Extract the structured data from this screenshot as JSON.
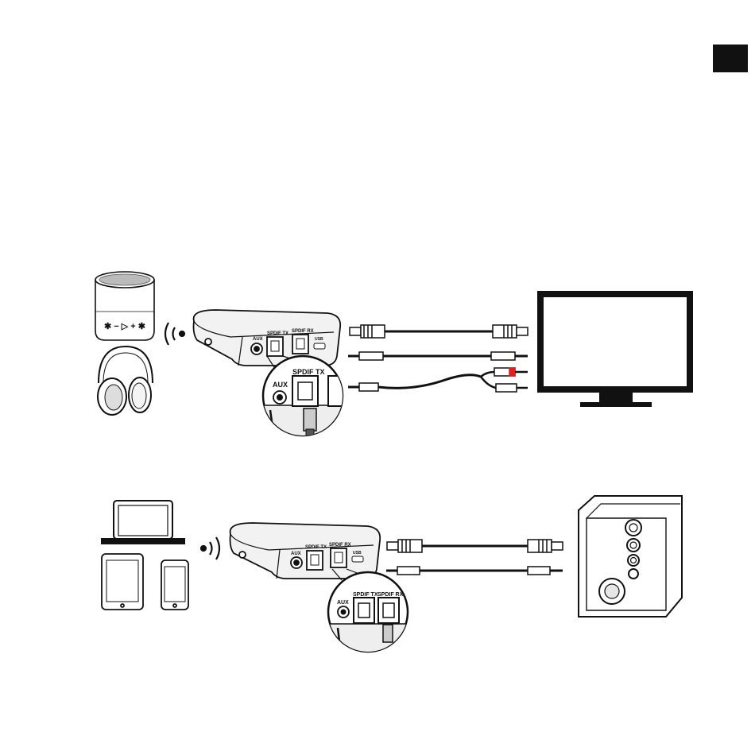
{
  "page": {
    "background": "#ffffff",
    "ink": "#111111"
  },
  "tx_mode": {
    "sources_left": [
      "bluetooth-speaker",
      "headphones"
    ],
    "signal": "wireless-waves-outgoing",
    "device_labels": {
      "aux": "AUX",
      "spdif_tx": "SPDIF TX",
      "spdif_rx": "SPDIF RX",
      "usb": "USB"
    },
    "zoom_labels": {
      "spdif_tx": "SPDIF TX",
      "aux": "AUX"
    },
    "speaker_buttons": [
      "✱",
      "−",
      "▷",
      "+",
      "✱"
    ],
    "cables": [
      "optical-cable",
      "aux-3.5mm-cable",
      "rca-to-3.5mm-cable"
    ],
    "target": "tv-monitor",
    "accent_red": "#e02020"
  },
  "rx_mode": {
    "sources_left": [
      "laptop",
      "tablet",
      "phone"
    ],
    "signal": "wireless-waves-incoming",
    "device_labels": {
      "aux": "AUX",
      "spdif_tx": "SPDIF TX",
      "spdif_rx": "SPDIF RX",
      "usb": "USB"
    },
    "zoom_labels": {
      "aux": "AUX",
      "spdif_tx": "SPDIF TX",
      "spdif_rx": "SPDIF RX"
    },
    "cables": [
      "optical-cable",
      "aux-3.5mm-cable"
    ],
    "target": "powered-speaker"
  }
}
